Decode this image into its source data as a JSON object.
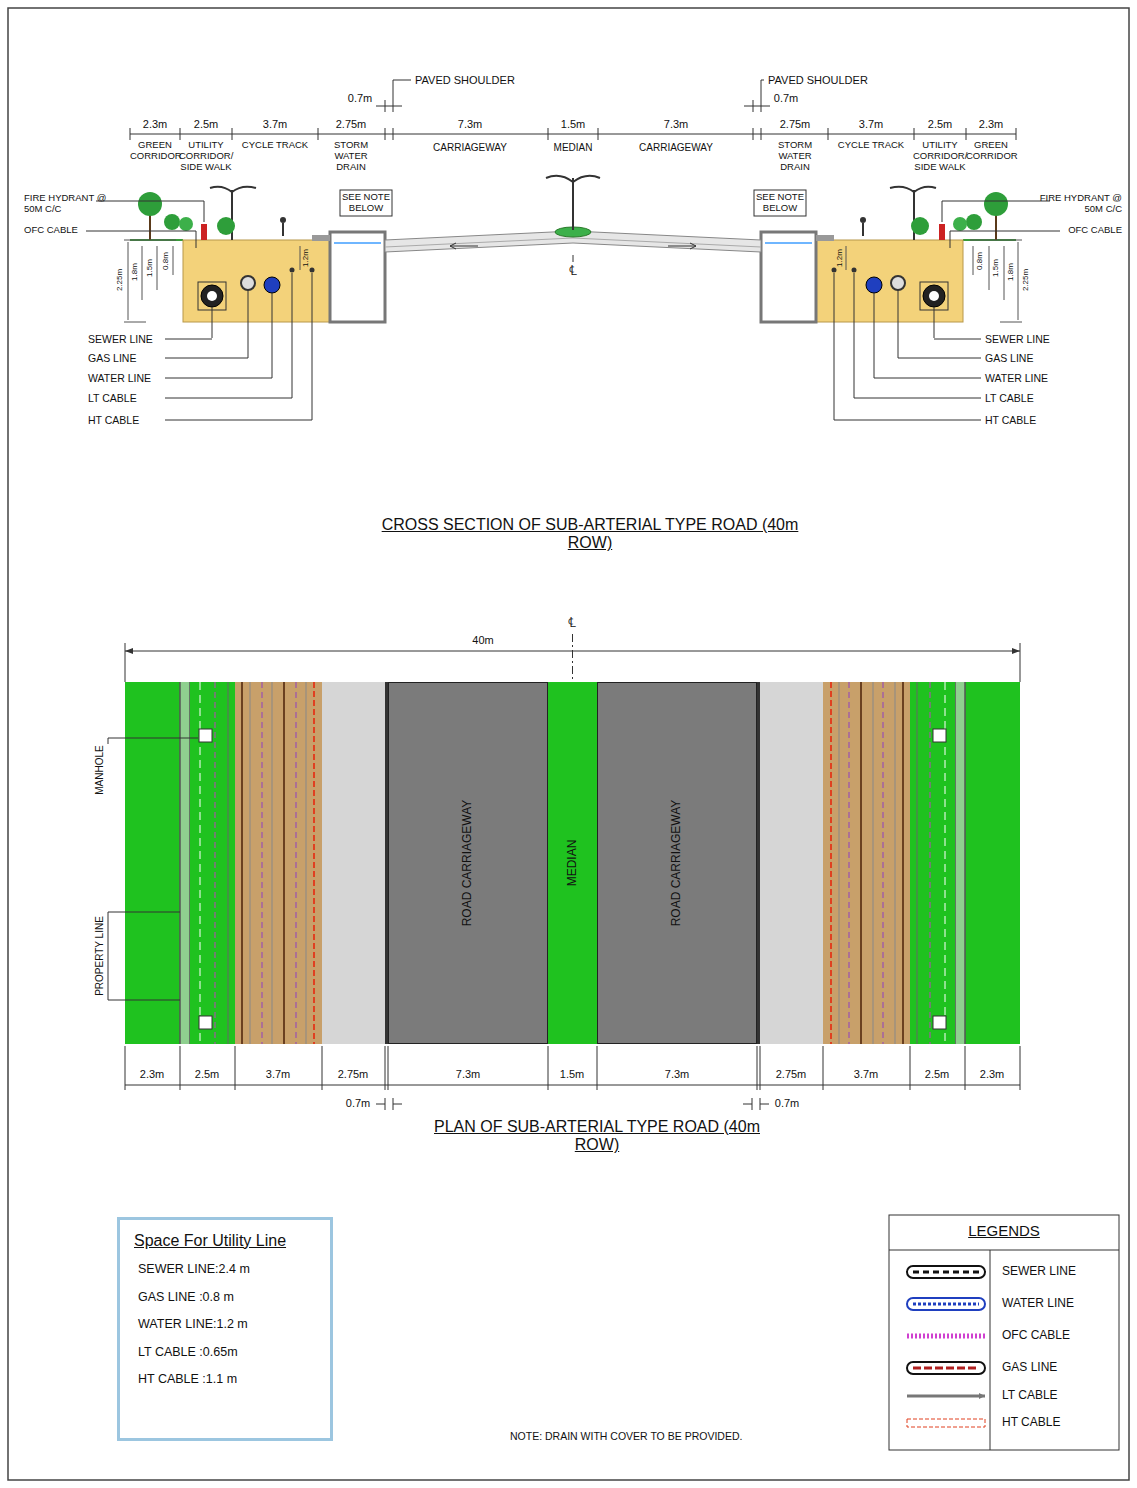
{
  "diagram": {
    "title": "CROSS SECTION OF SUB-ARTERIAL TYPE ROAD (40m ROW)",
    "nodes": [
      {
        "text": [
          "ROAD CARRIAGEWAY"
        ]
      },
      {
        "text": [
          "MEDIAN"
        ]
      },
      {
        "text": [
          "ROAD CARRIAGEWAY"
        ]
      },
      {
        "text": [
          "Space For Utility Line",
          "SEWER LINE:2.4 m",
          "GAS LINE :0.8 m",
          "WATER LINE:1.2 m",
          "LT CABLE :0.65m",
          "HT CABLE :1.1 m"
        ]
      }
    ],
    "edges": [],
    "labels": [
      "PAVED SHOULDER",
      "0.7m",
      "2.3m",
      "2.5m",
      "3.7m",
      "2.75m",
      "7.3m",
      "1.5m",
      "7.3m",
      "PAVED SHOULDER",
      "0.7m",
      "2.75m",
      "3.7m",
      "2.5m",
      "2.3m",
      "GREEN CORRIDOR",
      "UTILITY CORRIDOR/ SIDE WALK",
      "CYCLE TRACK",
      "STORM WATER DRAIN",
      "CARRIAGEWAY",
      "MEDIAN",
      "CARRIAGEWAY",
      "STORM WATER DRAIN",
      "CYCLE TRACK",
      "UTILITY CORRIDOR/ SIDE WALK",
      "GREEN CORRIDOR",
      "FIRE HYDRANT @ 50M C/C",
      "OFC CABLE",
      "SEE NOTE BELOW",
      "SEE NOTE BELOW",
      "FIRE HYDRANT @ 50M C/C",
      "OFC CABLE",
      "2.25m",
      "1.8m",
      "1.5m",
      "0.8m",
      "1.2m",
      "1.2m",
      "0.8m",
      "1.5m",
      "1.8m",
      "2.25m",
      "℄",
      "SEWER LINE",
      "GAS LINE",
      "WATER LINE",
      "LT CABLE",
      "HT CABLE",
      "SEWER LINE",
      "GAS LINE",
      "WATER LINE",
      "LT CABLE",
      "HT CABLE",
      "℄",
      "40m",
      "MANHOLE",
      "PROPERTY LINE",
      "2.3m",
      "2.5m",
      "3.7m",
      "2.75m",
      "7.3m",
      "1.5m",
      "7.3m",
      "2.75m",
      "3.7m",
      "2.5m",
      "2.3m",
      "0.7m",
      "0.7m",
      "PLAN OF SUB-ARTERIAL TYPE ROAD (40m ROW)",
      "LEGENDS",
      "NOTE: DRAIN WITH COVER TO BE PROVIDED."
    ],
    "legend": [
      {
        "text": "SEWER LINE"
      },
      {
        "text": "WATER LINE"
      },
      {
        "text": "OFC CABLE"
      },
      {
        "text": "GAS LINE"
      },
      {
        "text": "LT CABLE"
      },
      {
        "text": "HT CABLE"
      }
    ]
  }
}
